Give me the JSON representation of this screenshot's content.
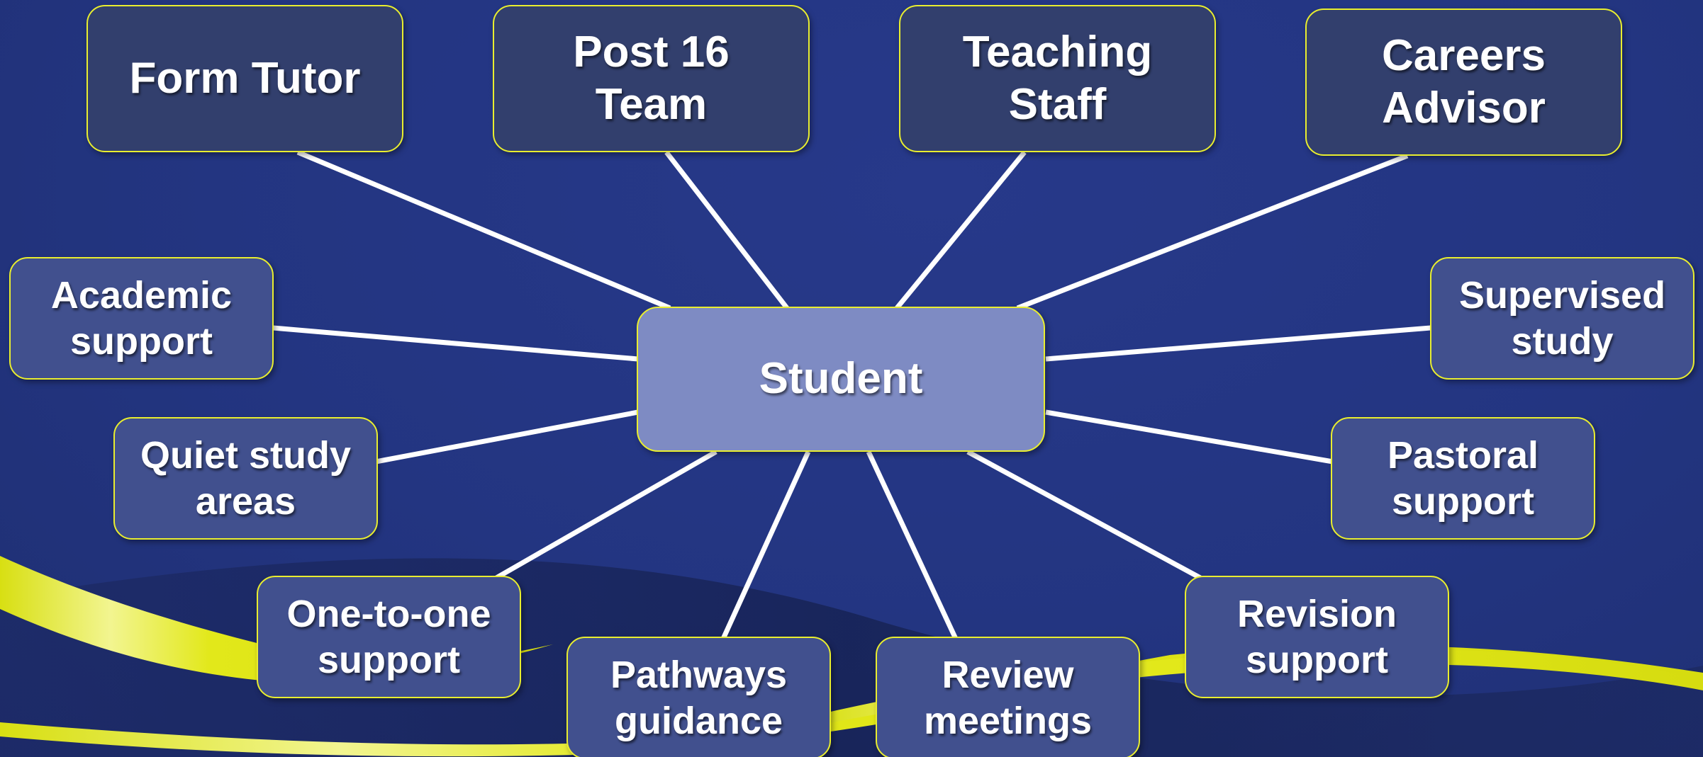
{
  "diagram": {
    "center": {
      "label": "Student"
    },
    "nodes": [
      {
        "id": "form-tutor",
        "label": "Form Tutor",
        "group": "top"
      },
      {
        "id": "post-16-team",
        "label": "Post 16\nTeam",
        "group": "top"
      },
      {
        "id": "teaching-staff",
        "label": "Teaching\nStaff",
        "group": "top"
      },
      {
        "id": "careers-advisor",
        "label": "Careers\nAdvisor",
        "group": "top"
      },
      {
        "id": "academic-support",
        "label": "Academic\nsupport",
        "group": "side"
      },
      {
        "id": "quiet-study-areas",
        "label": "Quiet study\nareas",
        "group": "side"
      },
      {
        "id": "one-to-one-support",
        "label": "One-to-one\nsupport",
        "group": "side"
      },
      {
        "id": "pathways-guidance",
        "label": "Pathways\nguidance",
        "group": "side"
      },
      {
        "id": "review-meetings",
        "label": "Review\nmeetings",
        "group": "side"
      },
      {
        "id": "revision-support",
        "label": "Revision\nsupport",
        "group": "side"
      },
      {
        "id": "pastoral-support",
        "label": "Pastoral\nsupport",
        "group": "side"
      },
      {
        "id": "supervised-study",
        "label": "Supervised\nstudy",
        "group": "side"
      }
    ]
  },
  "colors": {
    "background": "#243580",
    "box_border": "#e9ee2f",
    "top_box_fill": "#323f6d",
    "side_box_fill": "#41508e",
    "center_box_fill": "#7e8bc3",
    "connector": "#ffffff",
    "accent_swoosh": "#e6ec1c"
  }
}
